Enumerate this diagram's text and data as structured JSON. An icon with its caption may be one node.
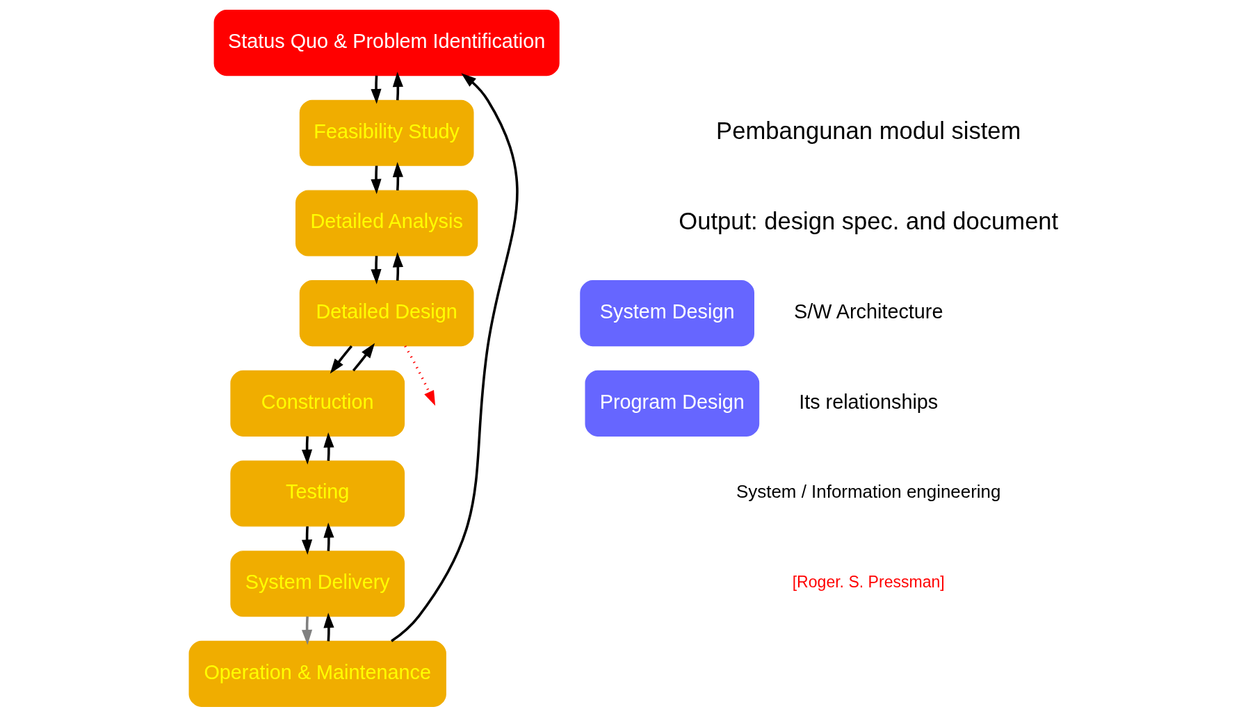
{
  "diagram": {
    "nodes": [
      {
        "text": [
          "Status Quo & Problem Identification"
        ]
      },
      {
        "text": [
          "Feasibility Study"
        ]
      },
      {
        "text": [
          "Detailed Analysis"
        ]
      },
      {
        "text": [
          "System Design"
        ]
      },
      {
        "text": [
          "Program Design"
        ]
      },
      {
        "text": [
          "Detailed Design"
        ]
      },
      {
        "text": [
          "Construction"
        ]
      },
      {
        "text": [
          "Testing"
        ]
      },
      {
        "text": [
          "System Delivery"
        ]
      },
      {
        "text": [
          "Operation & Maintenance"
        ]
      }
    ],
    "edges": [
      {
        "from": 0,
        "to": 1,
        "arrow": "to"
      },
      {
        "from": 1,
        "to": 0,
        "arrow": "to"
      },
      {
        "from": 1,
        "to": 2,
        "arrow": "to"
      },
      {
        "from": 2,
        "to": 1,
        "arrow": "to"
      },
      {
        "from": 2,
        "to": 5,
        "arrow": "to"
      },
      {
        "from": 5,
        "to": 2,
        "arrow": "to"
      },
      {
        "from": 5,
        "to": 6,
        "arrow": "to"
      },
      {
        "from": 6,
        "to": 5,
        "arrow": "to"
      },
      {
        "from": 6,
        "to": 7,
        "arrow": "to"
      },
      {
        "from": 7,
        "to": 6,
        "arrow": "to"
      },
      {
        "from": 7,
        "to": 8,
        "arrow": "to"
      },
      {
        "from": 8,
        "to": 7,
        "arrow": "to"
      },
      {
        "from": 8,
        "to": 9,
        "arrow": "to",
        "color": "#808080"
      },
      {
        "from": 9,
        "to": 8,
        "arrow": "to"
      },
      {
        "from": 9,
        "to": 0,
        "arrow": "to"
      },
      {
        "from": 5,
        "to": null,
        "arrow": "to",
        "style": "dashed",
        "color": "#ff0000"
      }
    ],
    "labels": [
      "Pembangunan modul sistem",
      "Output: design spec. and document",
      "S/W Architecture",
      "Its relationships",
      "System / Information engineering",
      "[Roger. S. Pressman]"
    ]
  }
}
